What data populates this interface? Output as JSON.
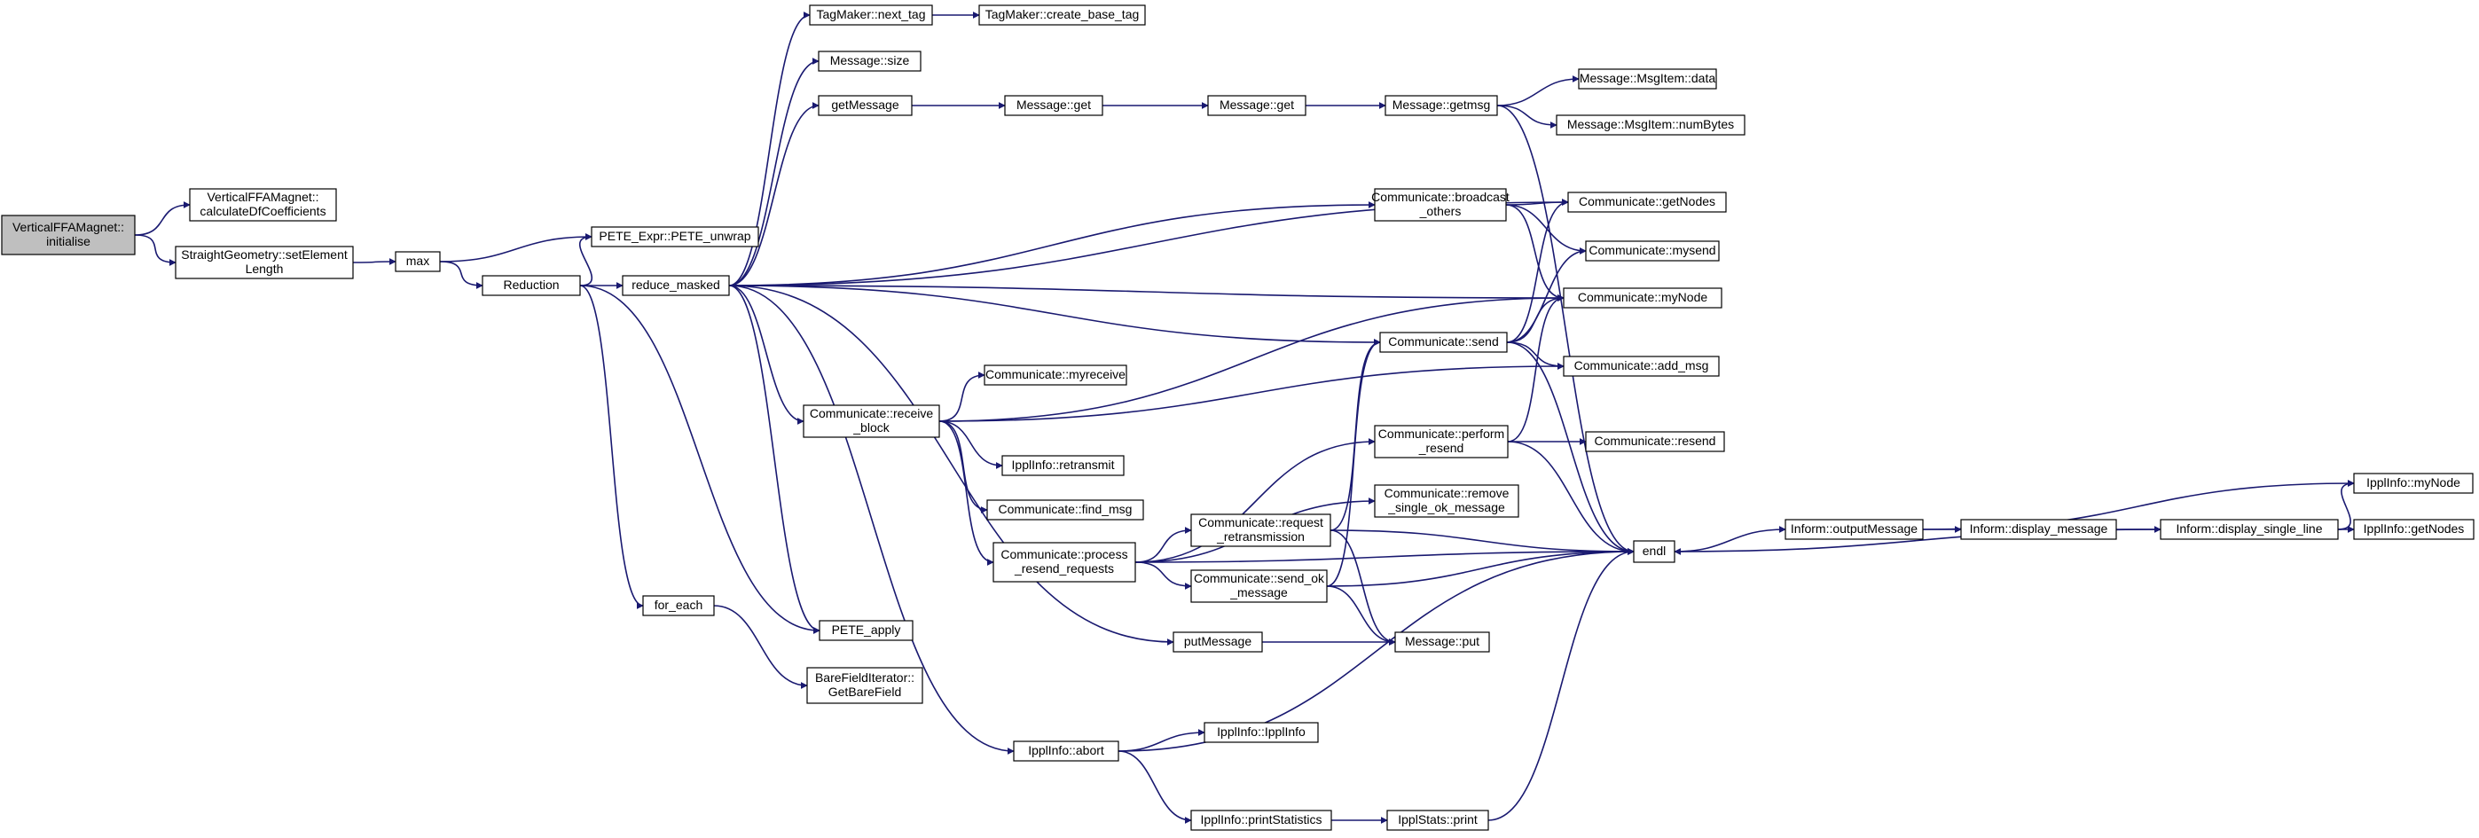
{
  "colors": {
    "edge": "#191970",
    "node_border": "#000000",
    "node_fill": "#ffffff",
    "root_fill": "#bfbfbf"
  },
  "nodes": [
    {
      "id": "root",
      "lines": [
        "VerticalFFAMagnet::",
        "initialise"
      ],
      "root": true
    },
    {
      "id": "calcDf",
      "lines": [
        "VerticalFFAMagnet::",
        "calculateDfCoefficients"
      ]
    },
    {
      "id": "setElemLen",
      "lines": [
        "StraightGeometry::setElement",
        "Length"
      ]
    },
    {
      "id": "max",
      "lines": [
        "max"
      ]
    },
    {
      "id": "peteUnwrap",
      "lines": [
        "PETE_Expr::PETE_unwrap"
      ]
    },
    {
      "id": "reduction",
      "lines": [
        "Reduction"
      ]
    },
    {
      "id": "reduceMasked",
      "lines": [
        "reduce_masked"
      ]
    },
    {
      "id": "tagNext",
      "lines": [
        "TagMaker::next_tag"
      ]
    },
    {
      "id": "tagCreate",
      "lines": [
        "TagMaker::create_base_tag"
      ]
    },
    {
      "id": "msgSize",
      "lines": [
        "Message::size"
      ]
    },
    {
      "id": "getMessage",
      "lines": [
        "getMessage"
      ]
    },
    {
      "id": "msgGet1",
      "lines": [
        "Message::get"
      ]
    },
    {
      "id": "msgGet2",
      "lines": [
        "Message::get"
      ]
    },
    {
      "id": "msgGetmsg",
      "lines": [
        "Message::getmsg"
      ]
    },
    {
      "id": "itemData",
      "lines": [
        "Message::MsgItem::data"
      ]
    },
    {
      "id": "itemNumBytes",
      "lines": [
        "Message::MsgItem::numBytes"
      ]
    },
    {
      "id": "broadcast",
      "lines": [
        "Communicate::broadcast",
        "_others"
      ]
    },
    {
      "id": "getNodes",
      "lines": [
        "Communicate::getNodes"
      ]
    },
    {
      "id": "mysend",
      "lines": [
        "Communicate::mysend"
      ]
    },
    {
      "id": "myNode",
      "lines": [
        "Communicate::myNode"
      ]
    },
    {
      "id": "send",
      "lines": [
        "Communicate::send"
      ]
    },
    {
      "id": "addMsg",
      "lines": [
        "Communicate::add_msg"
      ]
    },
    {
      "id": "myreceive",
      "lines": [
        "Communicate::myreceive"
      ]
    },
    {
      "id": "receiveBlock",
      "lines": [
        "Communicate::receive",
        "_block"
      ]
    },
    {
      "id": "retransmit",
      "lines": [
        "IpplInfo::retransmit"
      ]
    },
    {
      "id": "findMsg",
      "lines": [
        "Communicate::find_msg"
      ]
    },
    {
      "id": "performResend",
      "lines": [
        "Communicate::perform",
        "_resend"
      ]
    },
    {
      "id": "resend",
      "lines": [
        "Communicate::resend"
      ]
    },
    {
      "id": "removeSingle",
      "lines": [
        "Communicate::remove",
        "_single_ok_message"
      ]
    },
    {
      "id": "processResend",
      "lines": [
        "Communicate::process",
        "_resend_requests"
      ]
    },
    {
      "id": "requestRetrans",
      "lines": [
        "Communicate::request",
        "_retransmission"
      ]
    },
    {
      "id": "sendOk",
      "lines": [
        "Communicate::send_ok",
        "_message"
      ]
    },
    {
      "id": "endl",
      "lines": [
        "endl"
      ]
    },
    {
      "id": "outputMessage",
      "lines": [
        "Inform::outputMessage"
      ]
    },
    {
      "id": "displayMessage",
      "lines": [
        "Inform::display_message"
      ]
    },
    {
      "id": "displaySingle",
      "lines": [
        "Inform::display_single_line"
      ]
    },
    {
      "id": "ipplMyNode",
      "lines": [
        "IpplInfo::myNode"
      ]
    },
    {
      "id": "ipplGetNodes",
      "lines": [
        "IpplInfo::getNodes"
      ]
    },
    {
      "id": "forEach",
      "lines": [
        "for_each"
      ]
    },
    {
      "id": "peteApply",
      "lines": [
        "PETE_apply"
      ]
    },
    {
      "id": "putMessage",
      "lines": [
        "putMessage"
      ]
    },
    {
      "id": "msgPut",
      "lines": [
        "Message::put"
      ]
    },
    {
      "id": "bareField",
      "lines": [
        "BareFieldIterator::",
        "GetBareField"
      ]
    },
    {
      "id": "ipplAbort",
      "lines": [
        "IpplInfo::abort"
      ]
    },
    {
      "id": "ipplInfo",
      "lines": [
        "IpplInfo::IpplInfo"
      ]
    },
    {
      "id": "printStats",
      "lines": [
        "IpplInfo::printStatistics"
      ]
    },
    {
      "id": "statsPrint",
      "lines": [
        "IpplStats::print"
      ]
    }
  ]
}
